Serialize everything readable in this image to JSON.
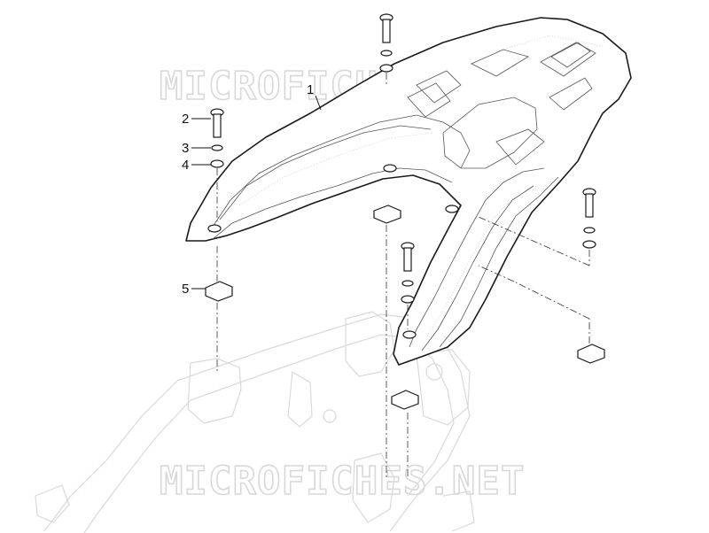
{
  "diagram": {
    "watermark_text": "MICROFICHES.NET",
    "callouts": [
      {
        "id": "1",
        "label": "1"
      },
      {
        "id": "2",
        "label": "2"
      },
      {
        "id": "3",
        "label": "3"
      },
      {
        "id": "4",
        "label": "4"
      },
      {
        "id": "5",
        "label": "5"
      }
    ],
    "colors": {
      "lines": "#1a1a1a",
      "frame_ghost": "#d9d9d9",
      "watermark": "#d8d8d8"
    }
  }
}
